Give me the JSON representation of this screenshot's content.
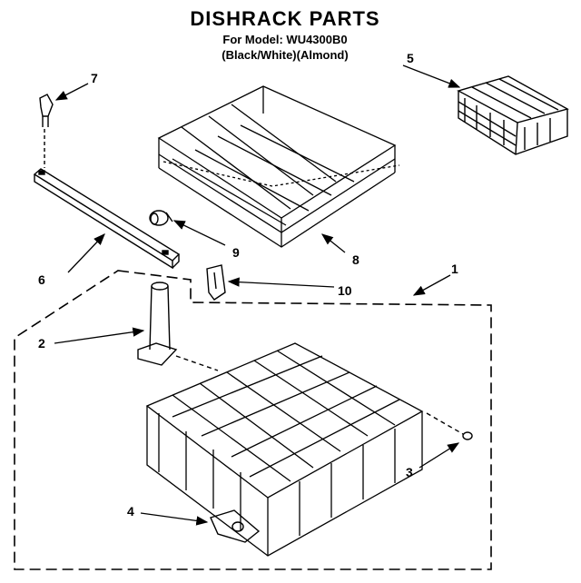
{
  "header": {
    "title": "DISHRACK PARTS",
    "model": "For Model: WU4300B0",
    "colors": "(Black/White)(Almond)"
  },
  "callouts": [
    "1",
    "2",
    "3",
    "4",
    "5",
    "6",
    "7",
    "8",
    "9",
    "10"
  ],
  "colors": {
    "ink": "#000000",
    "paper": "#ffffff"
  }
}
